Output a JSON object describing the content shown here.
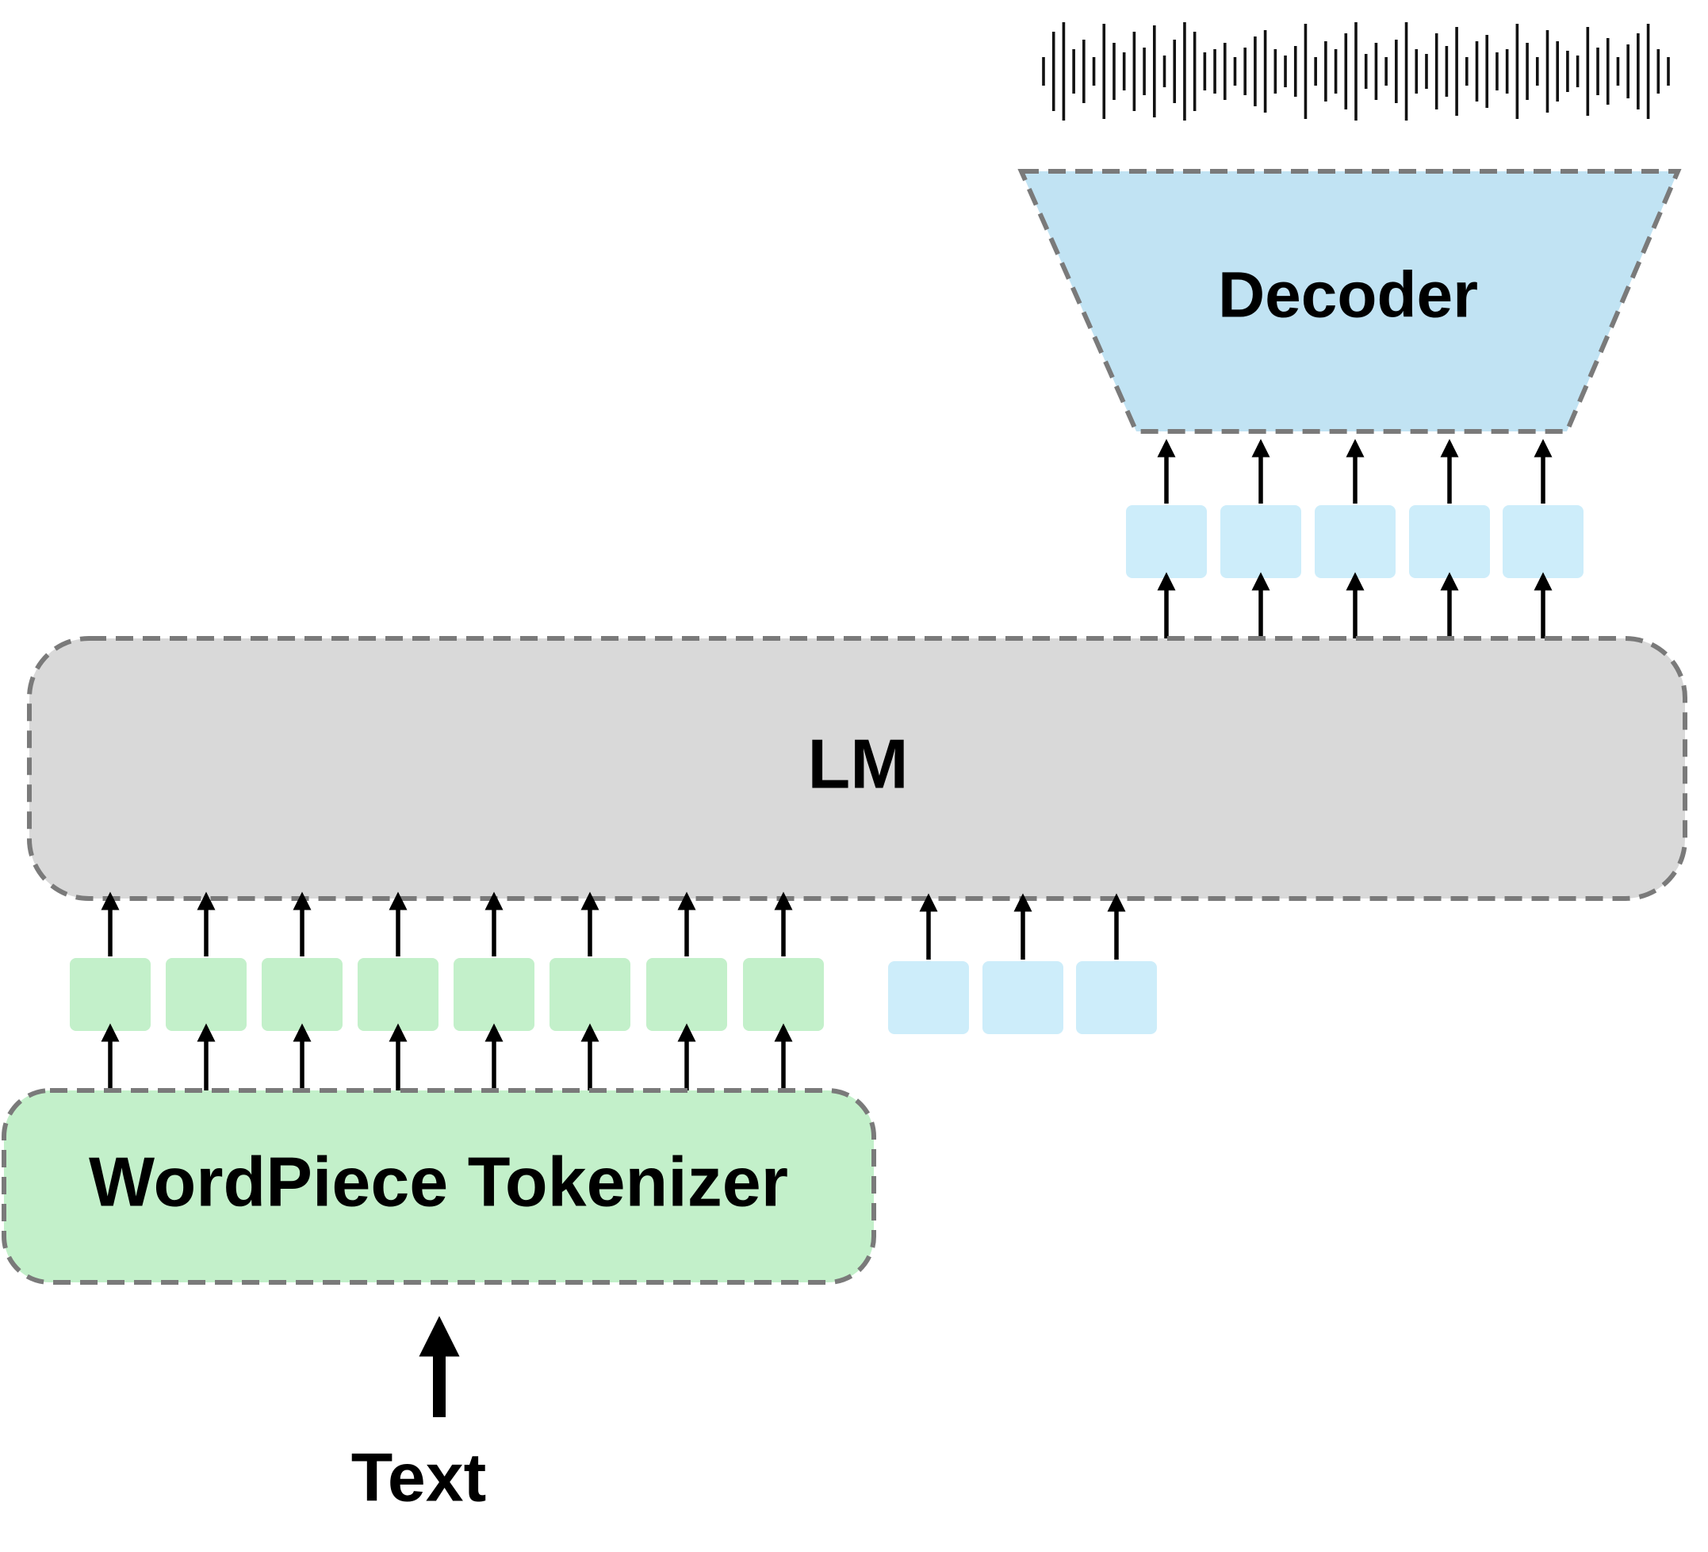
{
  "diagram": {
    "text_input_label": "Text",
    "tokenizer_label": "WordPiece Tokenizer",
    "lm_label": "LM",
    "decoder_label": "Decoder",
    "text_token_count": 8,
    "audio_prompt_token_count": 3,
    "audio_output_token_count": 5,
    "colors": {
      "text_token": "#c3f0ca",
      "tokenizer_fill": "#c3f0ca",
      "audio_token": "#cdedfa",
      "decoder_fill": "#c1e3f3",
      "lm_fill": "#d9d9d9",
      "border_dashed": "#7a7a7a",
      "arrow": "#000000"
    }
  }
}
